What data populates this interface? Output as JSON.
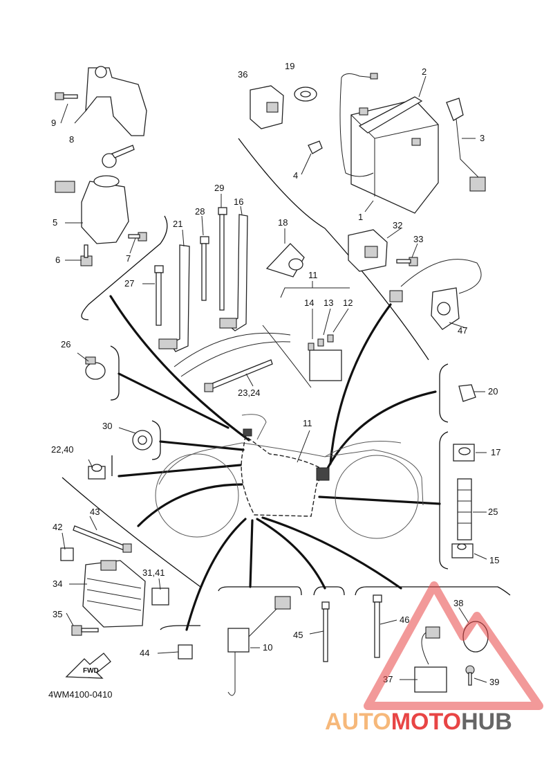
{
  "diagram_code": "4WM4100-0410",
  "fwd_label": "FWD",
  "watermark": {
    "auto": "AUTO",
    "moto": "MOTO",
    "hub": "HUB",
    "color_orange": "#f6b87a",
    "color_red": "#e84545",
    "color_gray": "#666666"
  },
  "labels": {
    "l1": "1",
    "l2": "2",
    "l3": "3",
    "l4": "4",
    "l5": "5",
    "l6": "6",
    "l7": "7",
    "l8": "8",
    "l9": "9",
    "l10": "10",
    "l11a": "11",
    "l11b": "11",
    "l12": "12",
    "l13": "13",
    "l14": "14",
    "l15": "15",
    "l16": "16",
    "l17": "17",
    "l18": "18",
    "l19": "19",
    "l20": "20",
    "l21": "21",
    "l22_40": "22,40",
    "l23_24": "23,24",
    "l25": "25",
    "l26": "26",
    "l27": "27",
    "l28": "28",
    "l29": "29",
    "l30": "30",
    "l31_41": "31,41",
    "l32": "32",
    "l33": "33",
    "l34": "34",
    "l35": "35",
    "l36": "36",
    "l37": "37",
    "l38": "38",
    "l39": "39",
    "l42": "42",
    "l43": "43",
    "l44": "44",
    "l45": "45",
    "l46": "46",
    "l47": "47"
  }
}
